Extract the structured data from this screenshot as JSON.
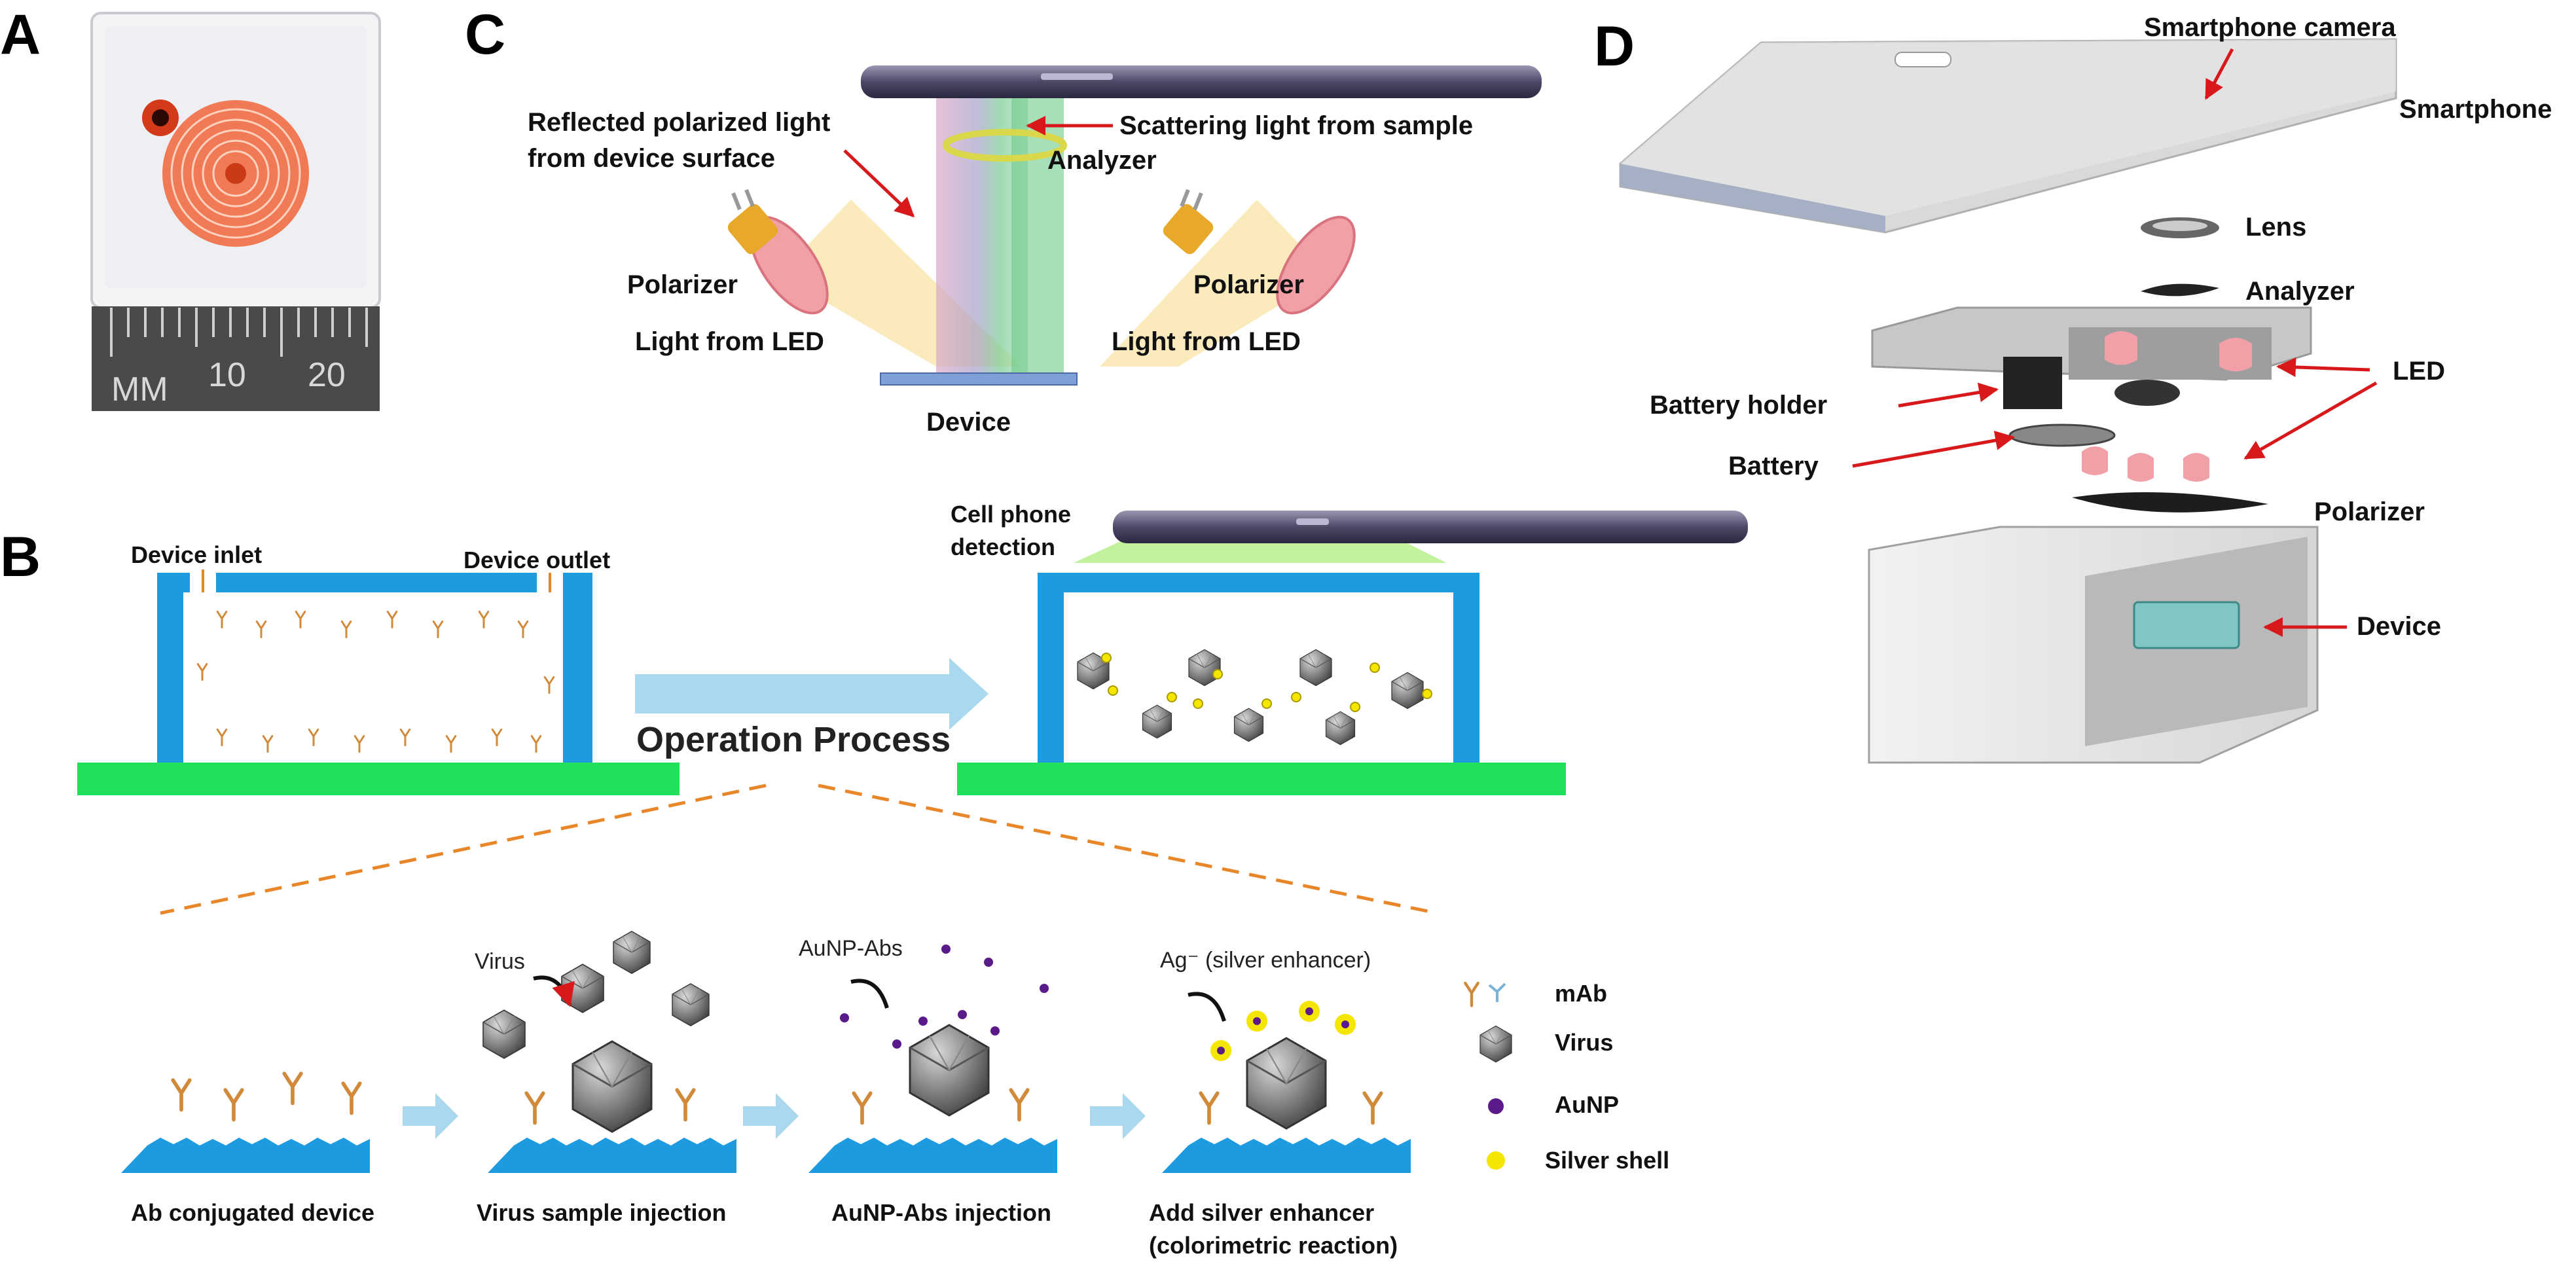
{
  "panels": {
    "a": {
      "letter": "A",
      "ruler_unit": "MM",
      "ruler_ticks": [
        "10",
        "20"
      ]
    },
    "b": {
      "letter": "B",
      "device_inlet": "Device inlet",
      "device_outlet": "Device outlet",
      "operation_process": "Operation Process",
      "cell_phone_detection_1": "Cell phone",
      "cell_phone_detection_2": "detection",
      "step_virus": "Virus",
      "step_aunp_abs": "AuNP-Abs",
      "step_ag": "Ag⁻ (silver enhancer)",
      "steps": [
        "Ab conjugated device",
        "Virus sample injection",
        "AuNP-Abs injection",
        "Add silver enhancer",
        "(colorimetric reaction)"
      ],
      "legend": [
        "mAb",
        "Virus",
        "AuNP",
        "Silver shell"
      ]
    },
    "c": {
      "letter": "C",
      "reflected_1": "Reflected polarized light",
      "reflected_2": "from device surface",
      "scattering": "Scattering light from sample",
      "analyzer": "Analyzer",
      "polarizer_left": "Polarizer",
      "polarizer_right": "Polarizer",
      "led_left": "Light from LED",
      "led_right": "Light from LED",
      "device": "Device"
    },
    "d": {
      "letter": "D",
      "smartphone_camera": "Smartphone camera",
      "smartphone": "Smartphone",
      "lens": "Lens",
      "analyzer": "Analyzer",
      "led": "LED",
      "battery_holder": "Battery holder",
      "battery": "Battery",
      "polarizer": "Polarizer",
      "device": "Device"
    }
  },
  "colors": {
    "substrate_green": "#22e05a",
    "channel_blue": "#1e9be0",
    "arrow_red": "#d7191c",
    "dash_orange": "#e8862a",
    "process_arrow": "#a9d8ef",
    "aunp_purple": "#5b1a8a",
    "silver_yellow": "#f5e600"
  }
}
